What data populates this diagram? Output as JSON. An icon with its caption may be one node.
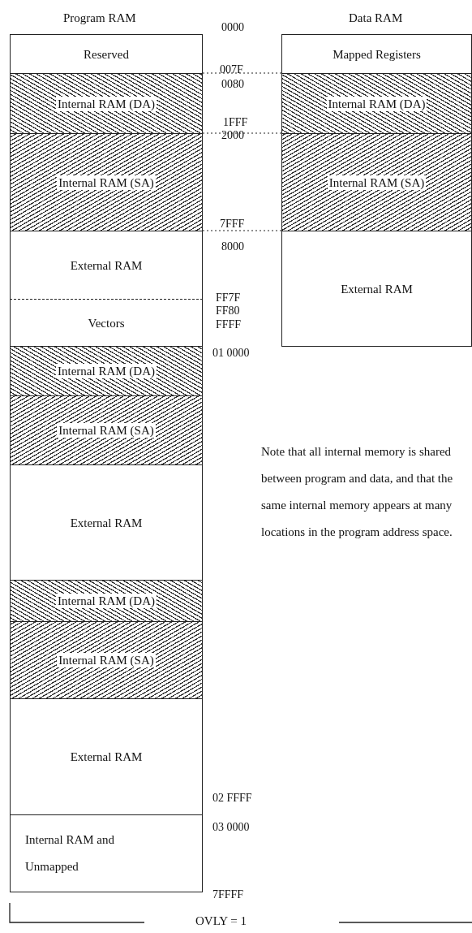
{
  "diagram": {
    "nodes": [
      {
        "text": [
          "Reserved"
        ]
      },
      {
        "text": [
          "Internal RAM (DA)"
        ]
      },
      {
        "text": [
          "Internal RAM (SA)"
        ]
      },
      {
        "text": [
          "External RAM"
        ]
      },
      {
        "text": [
          "Vectors"
        ]
      },
      {
        "text": [
          "Internal RAM (DA)"
        ]
      },
      {
        "text": [
          "Internal RAM (SA)"
        ]
      },
      {
        "text": [
          "External RAM"
        ]
      },
      {
        "text": [
          "Internal RAM (DA)"
        ]
      },
      {
        "text": [
          "Internal RAM (SA)"
        ]
      },
      {
        "text": [
          "External RAM"
        ]
      },
      {
        "text": [
          "Internal RAM and Unmapped"
        ]
      },
      {
        "text": [
          "Mapped Registers"
        ]
      },
      {
        "text": [
          "Internal RAM (DA)"
        ]
      },
      {
        "text": [
          "Internal RAM (SA)"
        ]
      },
      {
        "text": [
          "External RAM"
        ]
      }
    ],
    "labels": [
      "Program RAM",
      "Data RAM",
      "0000",
      "007F",
      "0080",
      "1FFF",
      "2000",
      "7FFF",
      "8000",
      "FF7F",
      "FF80",
      "FFFF",
      "01 0000",
      "Note that all internal memory is shared between program and data, and that the same internal memory appears at many locations in the program address space.",
      "02 FFFF",
      "03 0000",
      "7FFFF",
      "OVLY = 1"
    ]
  }
}
